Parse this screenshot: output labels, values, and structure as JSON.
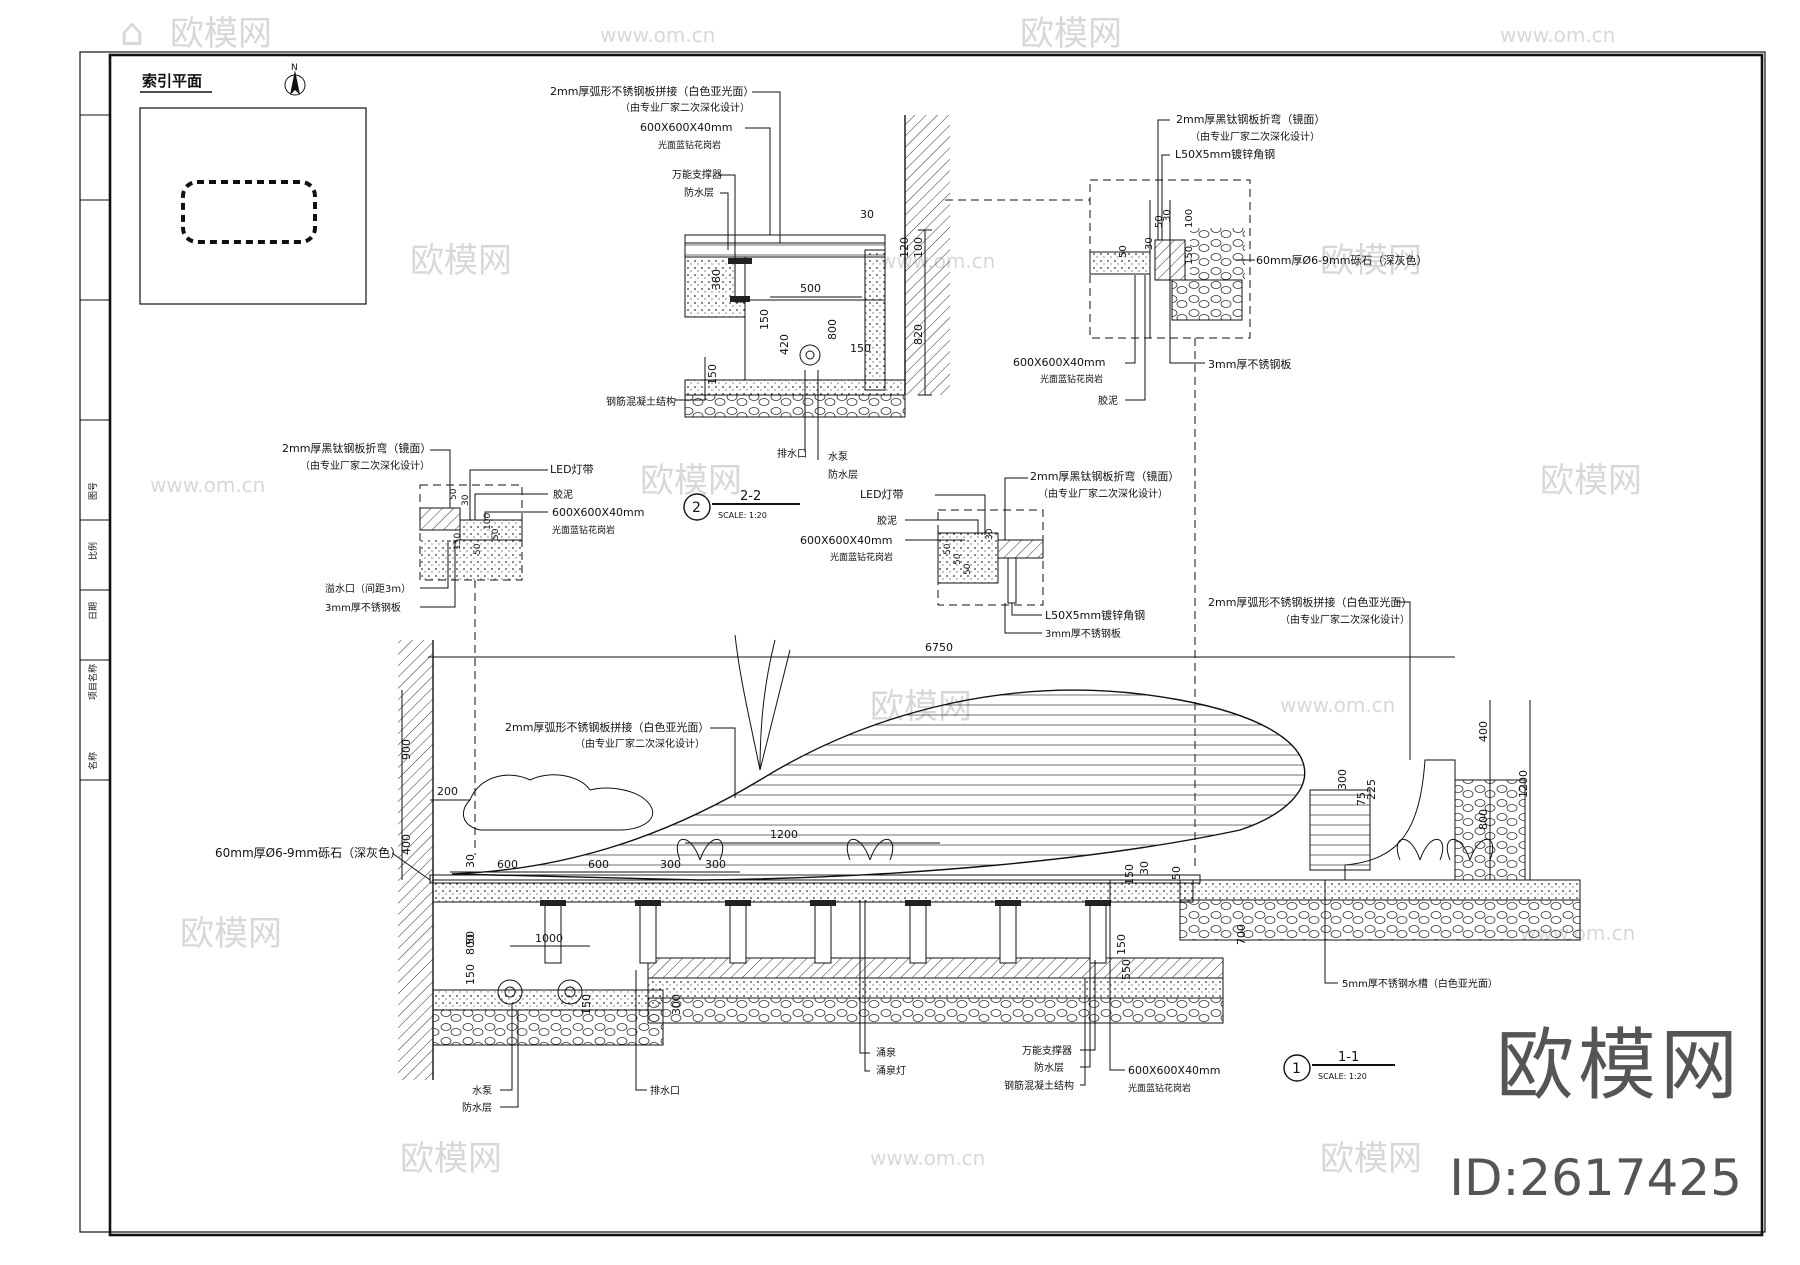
{
  "index_plan": {
    "title": "索引平面",
    "north": "N"
  },
  "title_block": [
    "名称",
    "项目名称",
    "日期",
    "比例",
    "图号"
  ],
  "watermark": {
    "brand": "欧模网",
    "url": "www.om.cn",
    "big": "欧模网",
    "id": "ID:2617425"
  },
  "section_2_2": {
    "label": "2-2",
    "scale": "SCALE: 1:20",
    "num": "2",
    "notes": {
      "a": "2mm厚弧形不锈钢板拼接（白色亚光面）",
      "a2": "（由专业厂家二次深化设计）",
      "b": "600X600X40mm",
      "b2": "光面蓝钻花岗岩",
      "c": "万能支撑器",
      "d": "防水层",
      "e": "钢筋混凝土结构",
      "f": "排水口",
      "g": "水泵",
      "h": "防水层"
    },
    "dims": [
      "30",
      "100",
      "120",
      "380",
      "500",
      "800",
      "820",
      "420",
      "150",
      "150",
      "150"
    ]
  },
  "detail_top_right": {
    "notes": {
      "a": "2mm厚黑钛钢板折弯（镜面）",
      "a2": "（由专业厂家二次深化设计）",
      "b": "L50X5mm镀锌角钢",
      "c": "60mm厚Ø6-9mm砾石（深灰色）",
      "d": "3mm厚不锈钢板",
      "e": "600X600X40mm",
      "e2": "光面蓝钻花岗岩",
      "f": "胶泥"
    },
    "dims": [
      "30",
      "50",
      "100",
      "30",
      "50",
      "150"
    ]
  },
  "detail_left": {
    "notes": {
      "a": "2mm厚黑钛钢板折弯（镜面）",
      "a2": "（由专业厂家二次深化设计）",
      "b": "LED灯带",
      "c": "胶泥",
      "d": "600X600X40mm",
      "d2": "光面蓝钻花岗岩",
      "e": "溢水口（间距3m）",
      "f": "3mm厚不锈钢板"
    },
    "dims": [
      "50",
      "30",
      "150",
      "100",
      "50",
      "50"
    ]
  },
  "detail_mid": {
    "notes": {
      "a": "2mm厚黑钛钢板折弯（镜面）",
      "a2": "（由专业厂家二次深化设计）",
      "b": "LED灯带",
      "c": "胶泥",
      "d": "600X600X40mm",
      "d2": "光面蓝钻花岗岩",
      "e": "L50X5mm镀锌角钢",
      "f": "3mm厚不锈钢板"
    },
    "dims": [
      "50",
      "50",
      "50",
      "30"
    ]
  },
  "section_1_1": {
    "label": "1-1",
    "scale": "SCALE: 1:20",
    "num": "1",
    "notes": {
      "a": "2mm厚弧形不锈钢板拼接（白色亚光面）",
      "a2": "（由专业厂家二次深化设计）",
      "a3": "2mm厚弧形不锈钢板拼接（白色亚光面）",
      "a4": "（由专业厂家二次深化设计）",
      "b": "60mm厚Ø6-9mm砾石（深灰色）",
      "c": "5mm厚不锈钢水槽（白色亚光面）",
      "d": "涌泉",
      "d2": "涌泉灯",
      "e": "万能支撑器",
      "e2": "防水层",
      "e3": "钢筋混凝土结构",
      "f": "600X600X40mm",
      "f2": "光面蓝钻花岗岩",
      "g": "水泵",
      "g2": "防水层",
      "h": "排水口"
    },
    "dims": {
      "total": "6750",
      "w200": "200",
      "w1200": "1200",
      "w600a": "600",
      "w600b": "600",
      "w300a": "300",
      "w300b": "300",
      "w1000": "1000",
      "h900": "900",
      "h400": "400",
      "h800": "800",
      "h150": "150",
      "h50": "50",
      "h30": "30",
      "r400": "400",
      "r1200": "1200",
      "r800": "800",
      "r300": "300",
      "r225": "225",
      "r75": "75",
      "r700": "700",
      "h550": "550",
      "h150b": "150",
      "h30b": "30",
      "h150c": "150",
      "h50b": "50",
      "h150d": "150",
      "h300": "300"
    }
  }
}
